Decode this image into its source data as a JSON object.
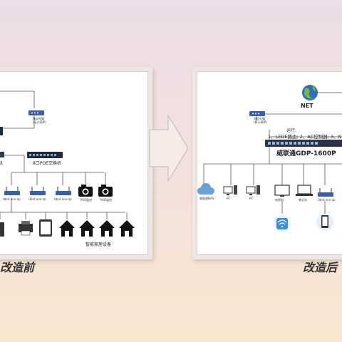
{
  "before": {
    "caption": "改造前",
    "wireless_router": "移动光猫\n(无公网IP)",
    "router_label": "机",
    "poe_switch_label": "8口POE交换机",
    "ap_labels": [
      "Ubnt one ap",
      "Ubnt one ap",
      "Ubnt one ap"
    ],
    "camera_labels": [
      "POE监控",
      "POE监控"
    ],
    "smarthome_label": "智能家居设备"
  },
  "after": {
    "caption": "改造后",
    "net_label": "NET",
    "wireless_router": "电信光猫\n(有公网IP)",
    "run_label": "运行:",
    "functions": "1、LEDE路由; 2、AC控制器; 3、N",
    "device_name": "威联通GDP-1600P",
    "endpoint_labels": [
      "威联通NAS",
      "PC",
      "PC",
      "电视机",
      "笔记本",
      "Ubnt one ap"
    ]
  },
  "colors": {
    "line": "#555555",
    "router_blue": "#3a5fa8",
    "switch_dark": "#222a3a",
    "nas_cloud": "#6aa0d8",
    "wifi_blue": "#3b8fd9"
  }
}
